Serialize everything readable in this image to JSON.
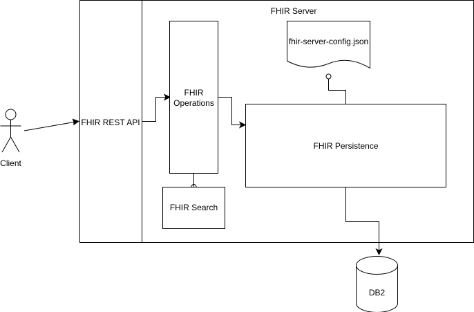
{
  "diagram": {
    "server_label": "FHIR Server",
    "rest_api_label": "FHIR REST API",
    "operations_label_line1": "FHIR",
    "operations_label_line2": "Operations",
    "search_label": "FHIR Search",
    "persistence_label": "FHIR Persistence",
    "config_label": "fhir-server-config.json",
    "database_label": "DB2",
    "client_label": "Client"
  }
}
